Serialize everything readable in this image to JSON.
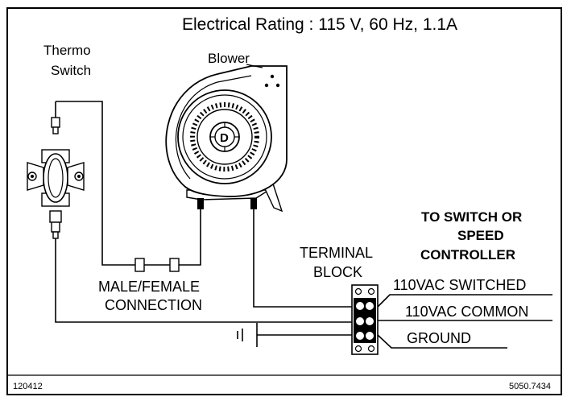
{
  "header": {
    "rating": "Electrical Rating : 115 V, 60 Hz, 1.1A"
  },
  "labels": {
    "thermo_line1": "Thermo",
    "thermo_line2": "Switch",
    "blower": "Blower",
    "fan_hub_letter": "D",
    "terminal_line1": "TERMINAL",
    "terminal_line2": "BLOCK",
    "connection_line1": "MALE/FEMALE",
    "connection_line2": "CONNECTION",
    "to_switch_line1": "TO SWITCH OR",
    "to_switch_line2": "SPEED",
    "to_switch_line3": "CONTROLLER",
    "wire_switched": "110VAC SWITCHED",
    "wire_common": "110VAC COMMON",
    "wire_ground": "GROUND"
  },
  "footer": {
    "left_code": "120412",
    "right_code": "5050.7434"
  }
}
